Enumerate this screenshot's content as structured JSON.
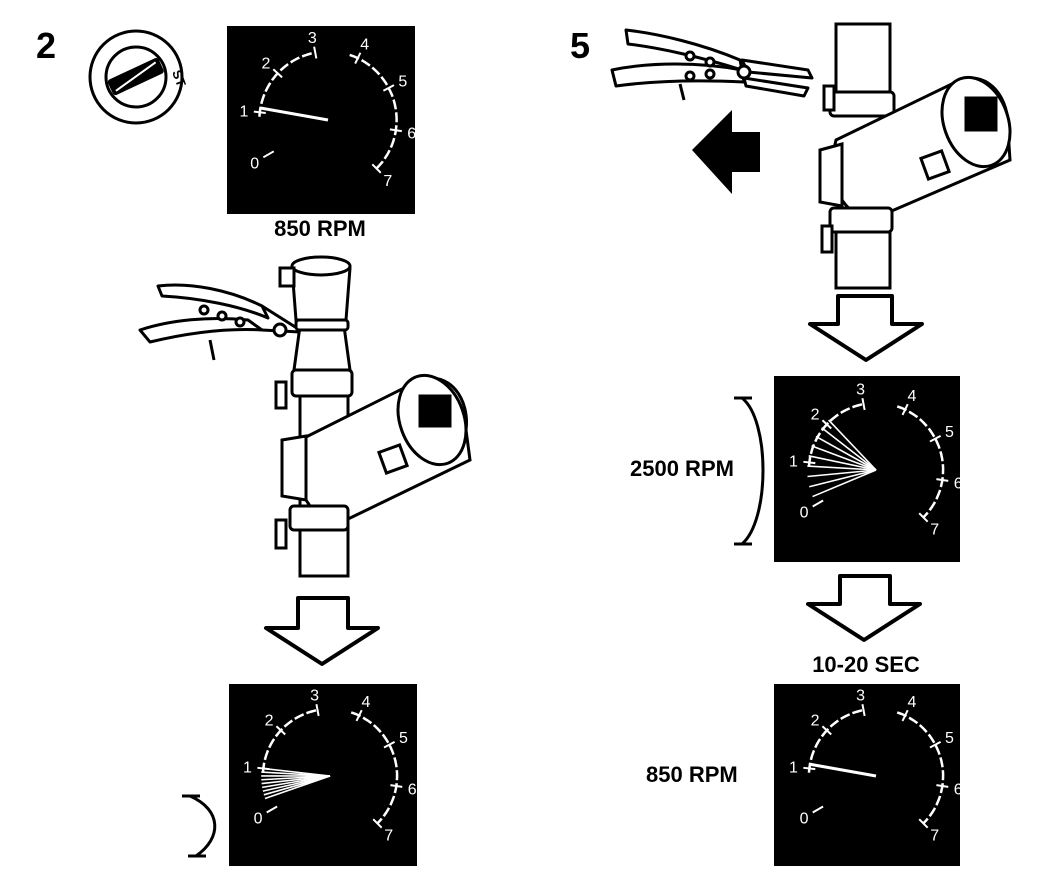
{
  "steps": {
    "left": "2",
    "right": "5"
  },
  "ignition_key": {
    "position_label": "ST"
  },
  "gauge_scale": [
    "0",
    "1",
    "2",
    "3",
    "4",
    "5",
    "6",
    "7"
  ],
  "labels": {
    "gauge1_rpm": "850 RPM",
    "gauge3_rpm": "2500 RPM",
    "timer": "10-20 SEC",
    "gauge4_rpm": "850 RPM"
  },
  "gauges": {
    "gauge1": {
      "needle_value": 1.1
    },
    "gauge2": {
      "sweep_from": 0.3,
      "sweep_to": 1.0
    },
    "gauge3": {
      "sweep_from": 0.2,
      "sweep_to": 2.1
    },
    "gauge4": {
      "needle_value": 1.1
    }
  },
  "colors": {
    "ink": "#000000",
    "paper": "#ffffff"
  }
}
